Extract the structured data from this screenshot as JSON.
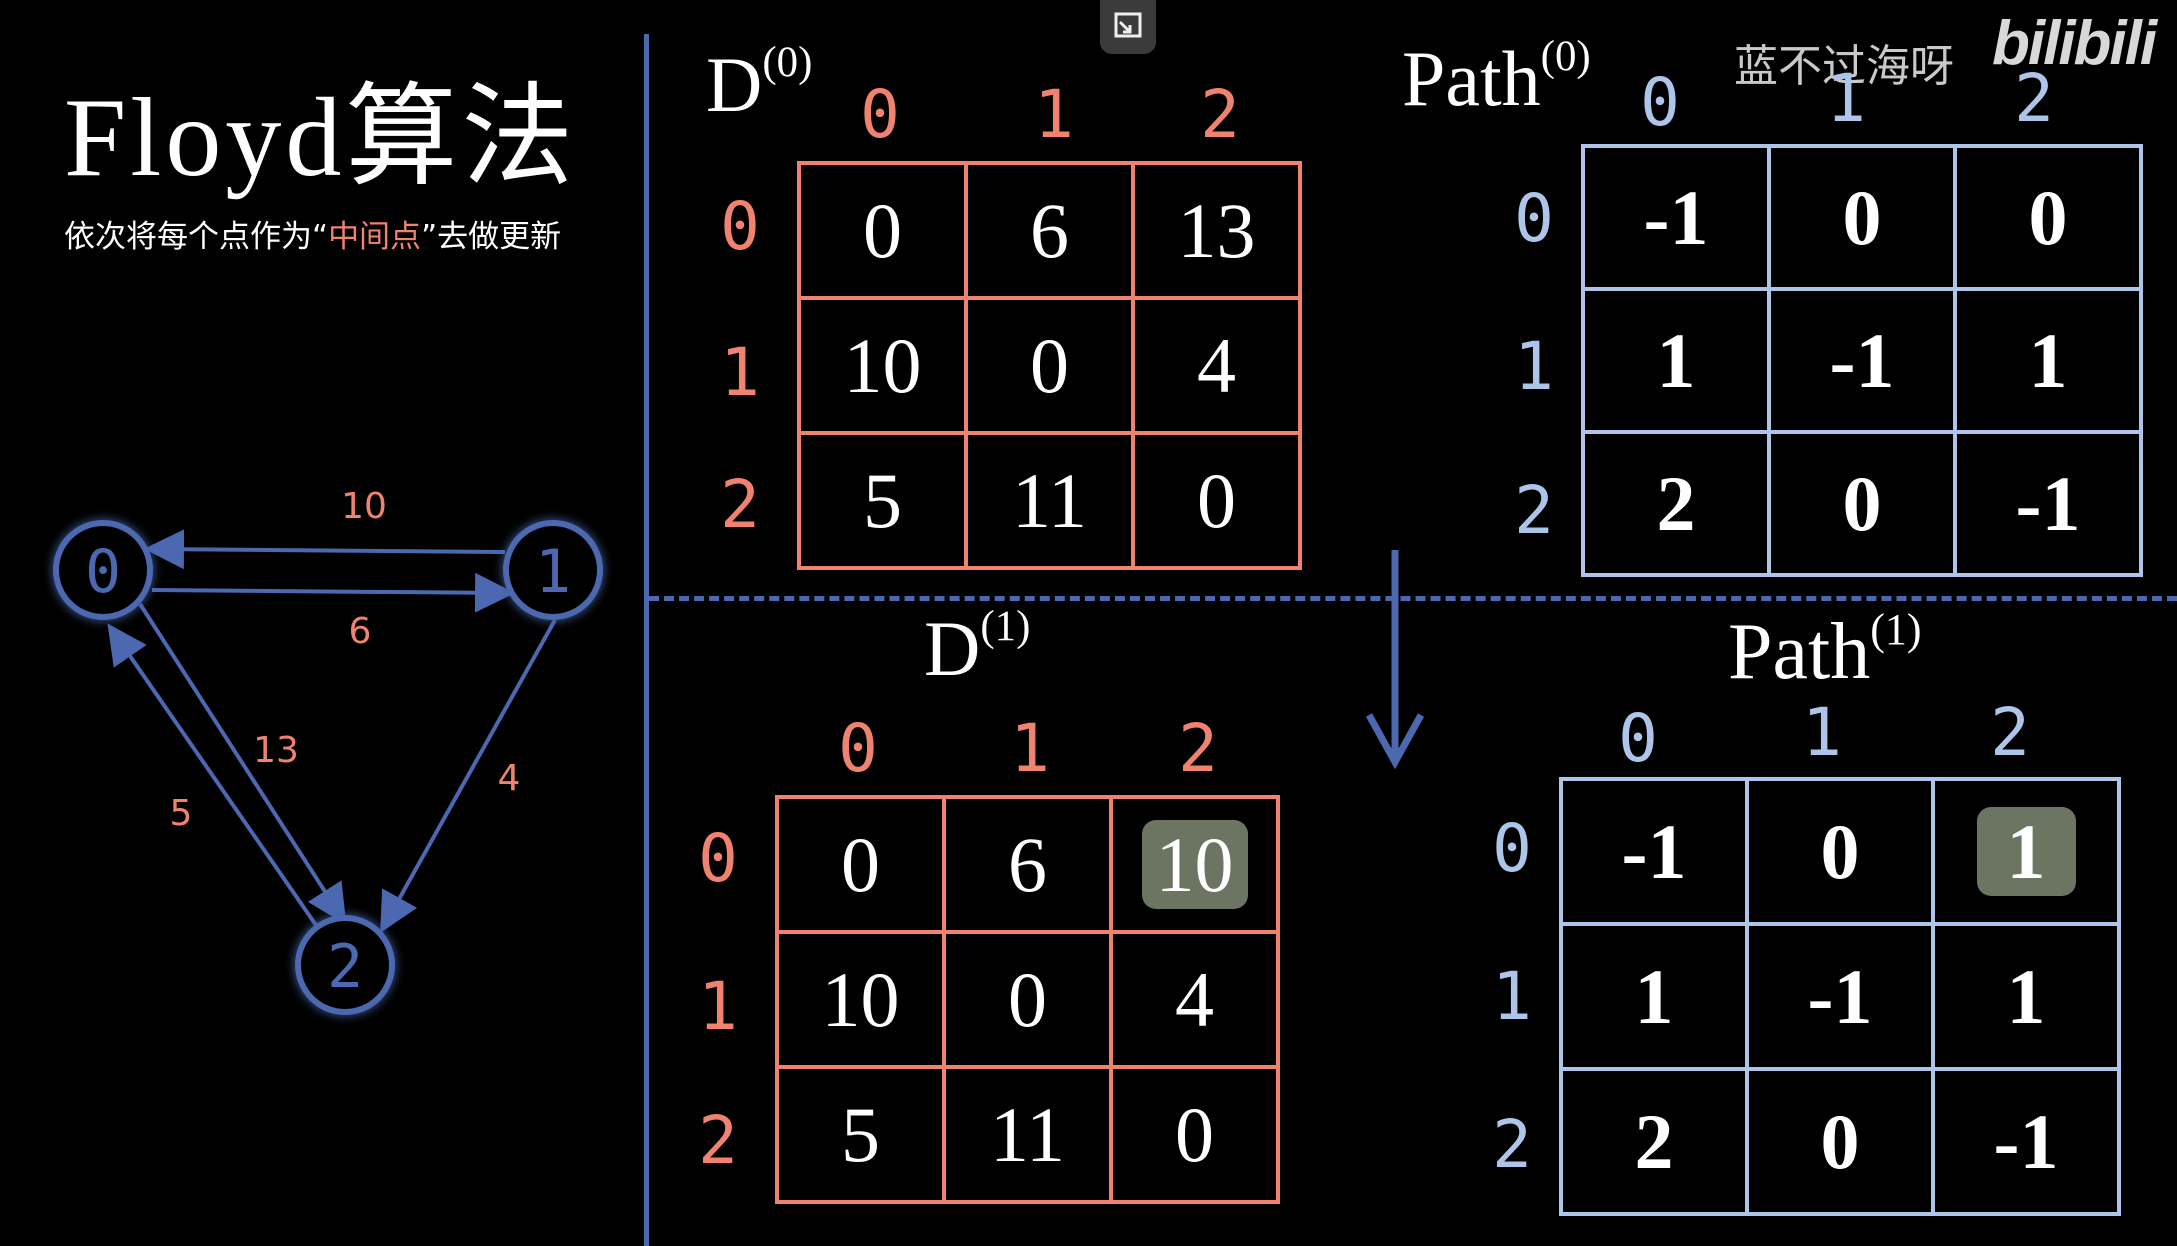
{
  "title": "Floyd算法",
  "subtitle": {
    "before": "依次将每个点作为“",
    "highlight": "中间点",
    "after": "”去做更新"
  },
  "watermark": {
    "text": "蓝不过海呀",
    "logo": "bilibili"
  },
  "graph": {
    "nodes": [
      "0",
      "1",
      "2"
    ],
    "edges": [
      {
        "from": "1",
        "to": "0",
        "weight": "10"
      },
      {
        "from": "0",
        "to": "1",
        "weight": "6"
      },
      {
        "from": "0",
        "to": "2",
        "weight": "13"
      },
      {
        "from": "2",
        "to": "0",
        "weight": "5"
      },
      {
        "from": "1",
        "to": "2",
        "weight": "4"
      }
    ],
    "node_color": "#4b68b0",
    "weight_color": "#f0826f"
  },
  "colors": {
    "dist": "#f0826f",
    "path": "#aec5ea",
    "divider": "#4b68b0",
    "highlight": "#6b7561"
  },
  "matrices": {
    "d0": {
      "label": "D",
      "sup": "(0)",
      "cols": [
        "0",
        "1",
        "2"
      ],
      "rows": [
        "0",
        "1",
        "2"
      ],
      "cells": [
        [
          "0",
          "6",
          "13"
        ],
        [
          "10",
          "0",
          "4"
        ],
        [
          "5",
          "11",
          "0"
        ]
      ]
    },
    "p0": {
      "label": "Path",
      "sup": "(0)",
      "cols": [
        "0",
        "1",
        "2"
      ],
      "rows": [
        "0",
        "1",
        "2"
      ],
      "cells": [
        [
          "-1",
          "0",
          "0"
        ],
        [
          "1",
          "-1",
          "1"
        ],
        [
          "2",
          "0",
          "-1"
        ]
      ]
    },
    "d1": {
      "label": "D",
      "sup": "(1)",
      "cols": [
        "0",
        "1",
        "2"
      ],
      "rows": [
        "0",
        "1",
        "2"
      ],
      "cells": [
        [
          "0",
          "6",
          "10"
        ],
        [
          "10",
          "0",
          "4"
        ],
        [
          "5",
          "11",
          "0"
        ]
      ],
      "highlight": [
        0,
        2
      ]
    },
    "p1": {
      "label": "Path",
      "sup": "(1)",
      "cols": [
        "0",
        "1",
        "2"
      ],
      "rows": [
        "0",
        "1",
        "2"
      ],
      "cells": [
        [
          "-1",
          "0",
          "1"
        ],
        [
          "1",
          "-1",
          "1"
        ],
        [
          "2",
          "0",
          "-1"
        ]
      ],
      "highlight": [
        0,
        2
      ]
    }
  }
}
